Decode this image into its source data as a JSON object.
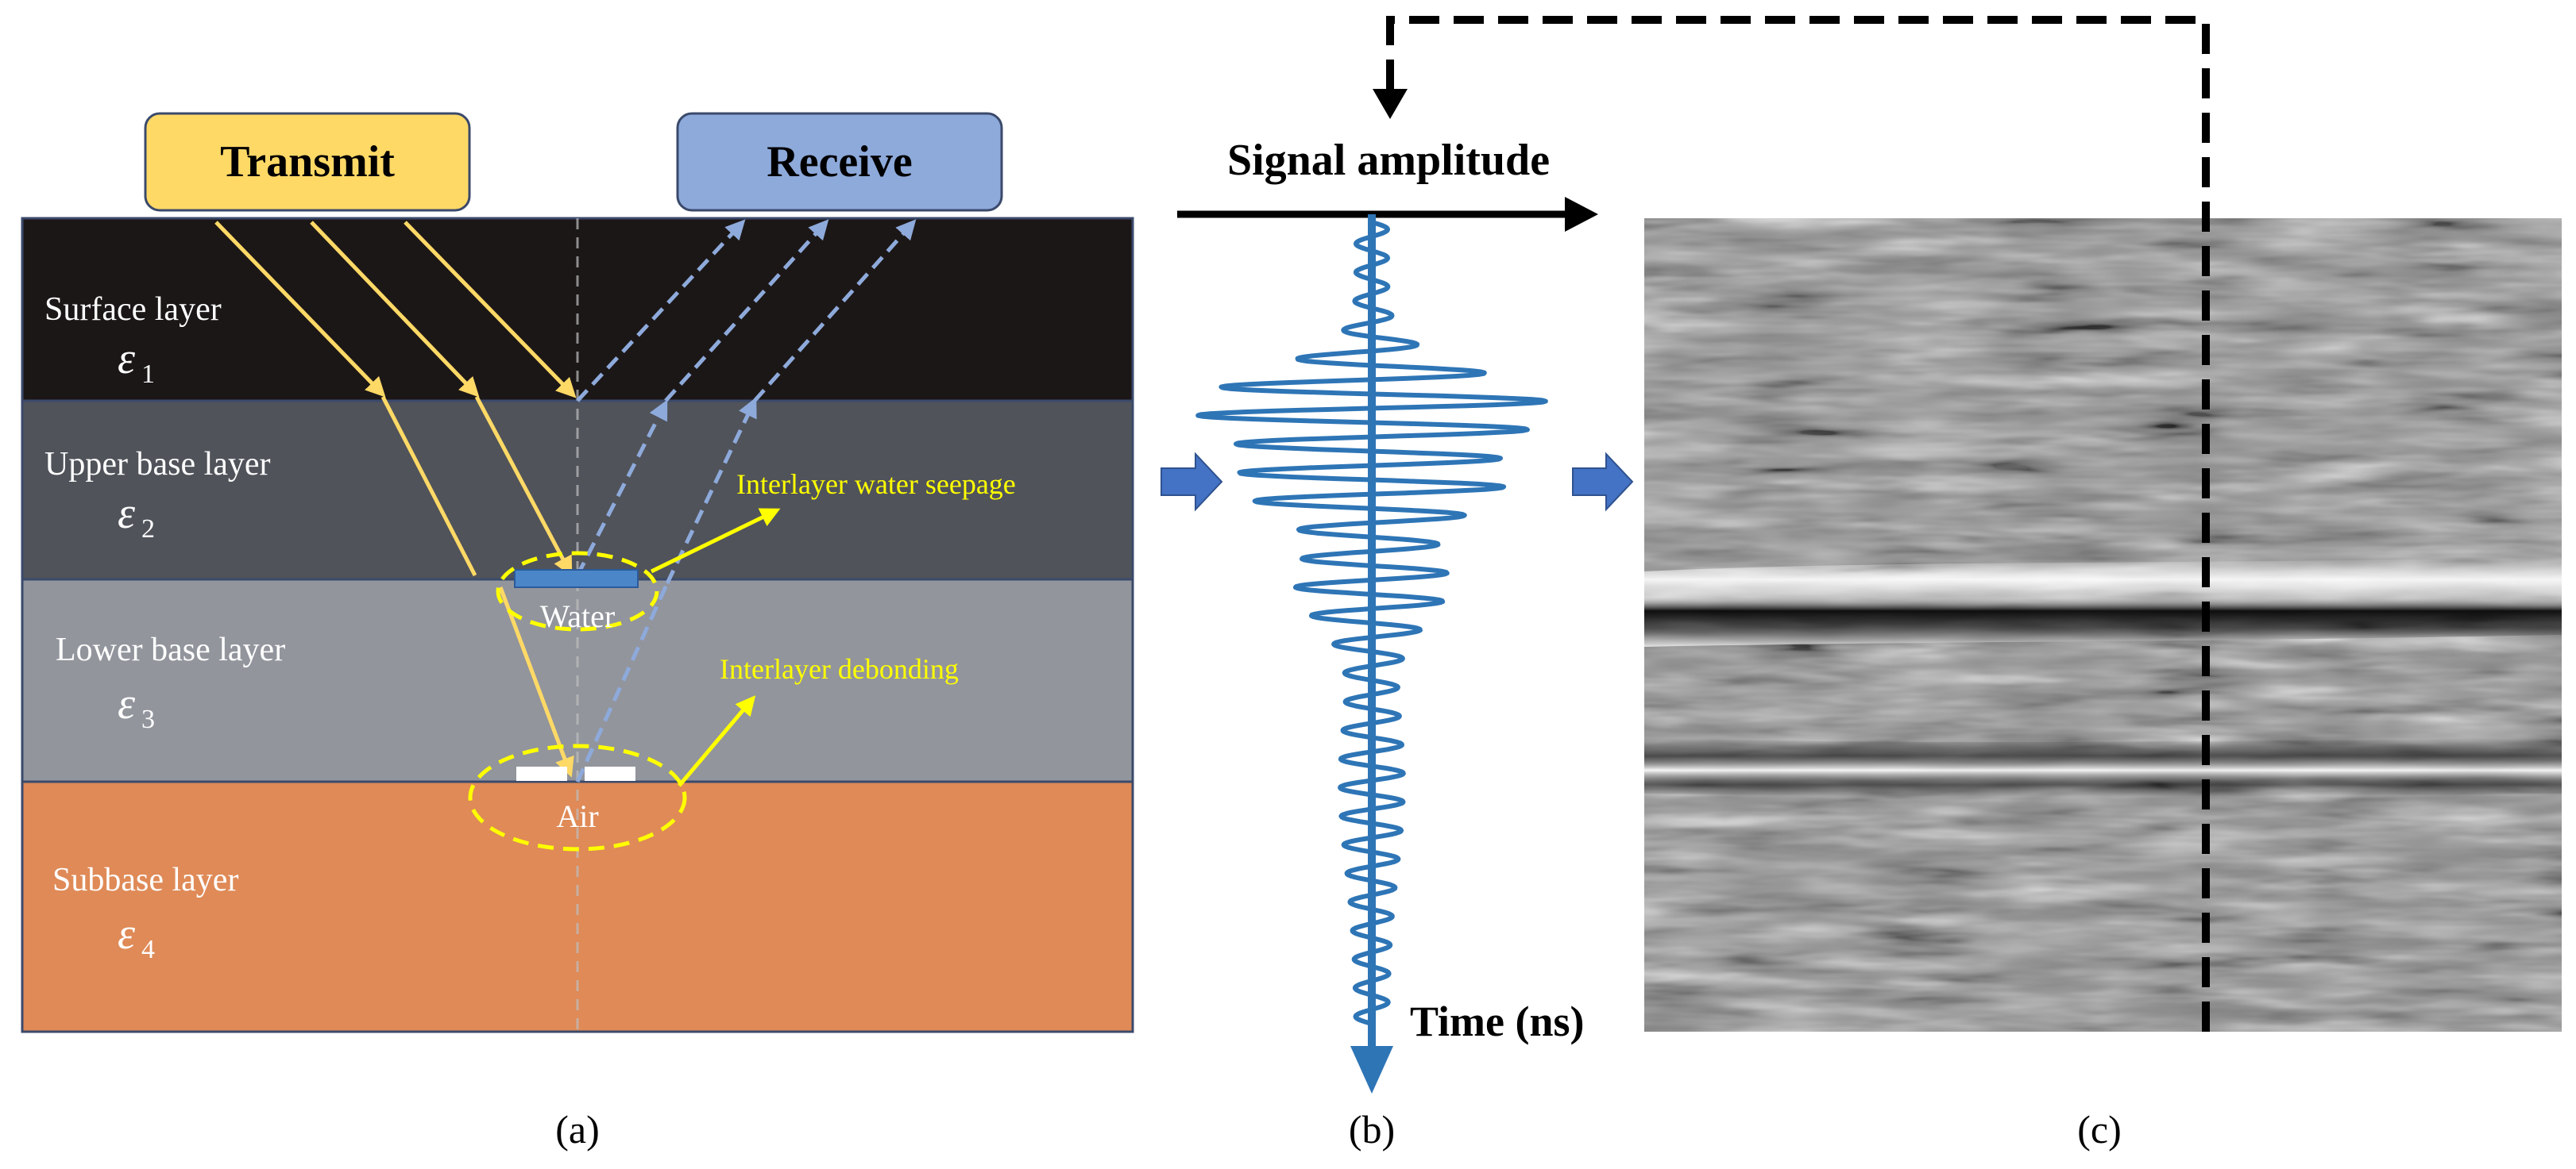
{
  "panel_a": {
    "transmit_label": "Transmit",
    "receive_label": "Receive",
    "layers": [
      {
        "name": "Surface layer",
        "symbol": "ε",
        "subscript": "1",
        "color": "#1c1717"
      },
      {
        "name": "Upper base layer",
        "symbol": "ε",
        "subscript": "2",
        "color": "#50535a"
      },
      {
        "name": "Lower base layer",
        "symbol": "ε",
        "subscript": "3",
        "color": "#92959c"
      },
      {
        "name": "Subbase layer",
        "symbol": "ε",
        "subscript": "4",
        "color": "#df8a57"
      }
    ],
    "water_label": "Water",
    "air_label": "Air",
    "callout_seepage": "Interlayer water seepage",
    "callout_debonding": "Interlayer debonding",
    "caption": "(a)"
  },
  "panel_b": {
    "amplitude_label": "Signal amplitude",
    "time_label": "Time (ns)",
    "caption": "(b)"
  },
  "panel_c": {
    "caption": "(c)"
  },
  "colors": {
    "transmit_box": "#ffd966",
    "receive_box": "#8eaadb",
    "transmit_ray": "#ffd966",
    "receive_ray": "#8eaadb",
    "signal": "#2e75b6",
    "callout": "#ffff00",
    "water": "#4a86c8",
    "flow_arrow": "#4472c4"
  }
}
